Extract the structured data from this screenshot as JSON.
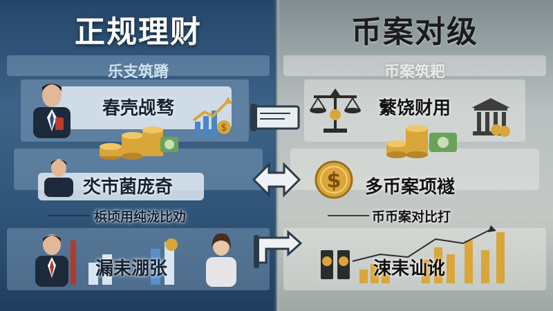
{
  "left": {
    "title": "正规理财",
    "subtitle": "乐支筑蹐",
    "row1_label": "春壳觇骛",
    "row2_label": "氼市菌庞奇",
    "line_label": "梹顷用纯泷比劝",
    "row3_label": "漏耒淜张",
    "colors": {
      "panel": "#2f5478",
      "text": "#ffffff"
    }
  },
  "right": {
    "title": "币案对级",
    "subtitle": "币案筑耙",
    "row1_label": "蘩饶财用",
    "row2_label": "多币案项襚",
    "line_label": "币币案对比打",
    "row3_label": "涑耒讪讹",
    "colors": {
      "panel": "#bfc5c2",
      "text": "#1b1b1b"
    }
  },
  "icons": {
    "arrow1": "document-arrow-icon",
    "arrow2": "double-arrow-icon",
    "arrow3": "flip-arrow-icon",
    "coin": "dollar-coin-icon",
    "bank": "bank-icon",
    "scale": "balance-scale-icon"
  },
  "accent_gold": "#d9a63a"
}
